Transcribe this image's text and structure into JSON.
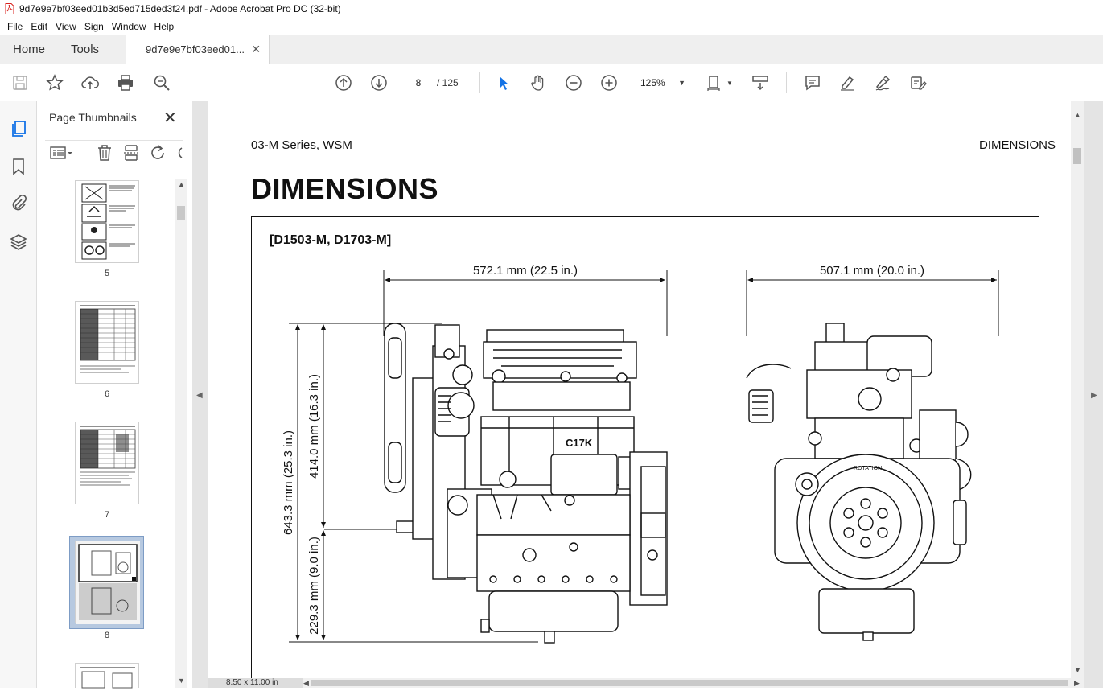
{
  "window": {
    "title": "9d7e9e7bf03eed01b3d5ed715ded3f24.pdf - Adobe Acrobat Pro DC (32-bit)"
  },
  "menu": [
    "File",
    "Edit",
    "View",
    "Sign",
    "Window",
    "Help"
  ],
  "tabs": {
    "home": "Home",
    "tools": "Tools",
    "document": "9d7e9e7bf03eed01..."
  },
  "toolbar": {
    "page_current": "8",
    "page_total": "/  125",
    "zoom": "125%"
  },
  "thumbnails": {
    "title": "Page Thumbnails",
    "pages": [
      "5",
      "6",
      "7",
      "8"
    ],
    "selected": "8"
  },
  "document": {
    "header_left": "03-M Series, WSM",
    "header_right": "DIMENSIONS",
    "title": "DIMENSIONS",
    "figure_label": "[D1503-M, D1703-M]",
    "dim_width_side": "572.1 mm (22.5 in.)",
    "dim_width_front": "507.1 mm (20.0 in.)",
    "dim_height_total": "643.3 mm (25.3 in.)",
    "dim_height_upper": "414.0 mm (16.3 in.)",
    "dim_height_lower": "229.3 mm (9.0 in.)",
    "engine_mark": "C17K",
    "flywheel_text": "ROTATION"
  },
  "status": {
    "page_size": "8.50 x 11.00 in"
  },
  "colors": {
    "accent_blue": "#1473e6",
    "pdf_red": "#d9231f"
  }
}
